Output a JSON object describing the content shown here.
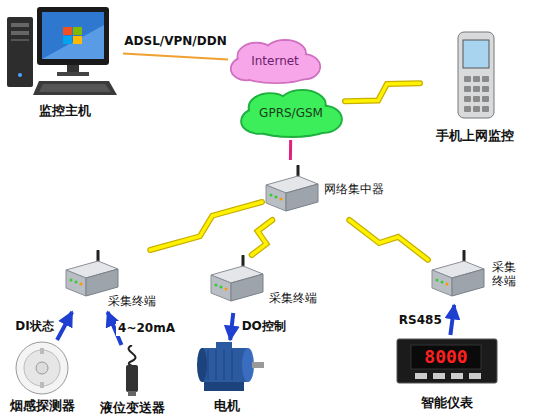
{
  "diagram": {
    "nodes": [
      {
        "text": [
          "监控主机"
        ]
      },
      {
        "text": [
          "Internet"
        ]
      },
      {
        "text": [
          "GPRS/GSM"
        ]
      },
      {
        "text": [
          "手机上网监控"
        ]
      },
      {
        "text": [
          "网络集中器"
        ]
      },
      {
        "text": [
          "采集终端"
        ]
      },
      {
        "text": [
          "采集终端"
        ]
      },
      {
        "text": [
          "采集 终端"
        ]
      },
      {
        "text": [
          "烟感探测器"
        ]
      },
      {
        "text": [
          "液位变送器"
        ]
      },
      {
        "text": [
          "电机"
        ]
      },
      {
        "text": [
          "智能仪表"
        ]
      }
    ],
    "edges": [
      {
        "from": 0,
        "to": 1,
        "arrow": "none",
        "label": "ADSL/VPN/DDN"
      },
      {
        "from": 2,
        "to": 3,
        "arrow": "none"
      },
      {
        "from": 2,
        "to": 4,
        "arrow": "none"
      },
      {
        "from": 4,
        "to": 5,
        "arrow": "none"
      },
      {
        "from": 4,
        "to": 6,
        "arrow": "none"
      },
      {
        "from": 4,
        "to": 7,
        "arrow": "none"
      },
      {
        "from": 8,
        "to": 5,
        "arrow": "to",
        "label": "DI状态"
      },
      {
        "from": 9,
        "to": 5,
        "arrow": "to",
        "label": "4~20mA"
      },
      {
        "from": 6,
        "to": 10,
        "arrow": "to",
        "label": "DO控制"
      },
      {
        "from": 11,
        "to": 7,
        "arrow": "to",
        "label": "RS485"
      }
    ],
    "labels": [
      "8000"
    ]
  }
}
